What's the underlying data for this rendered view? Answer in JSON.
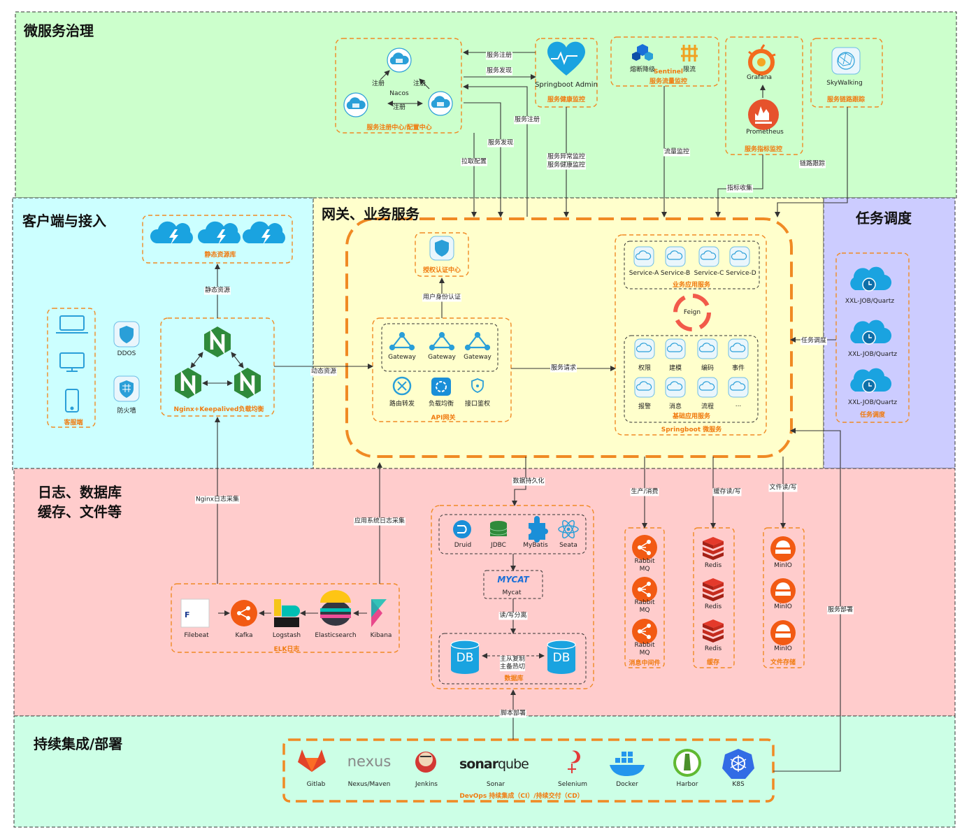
{
  "sections": {
    "governance": "微服务治理",
    "client": "客户端与接入",
    "gateway": "网关、业务服务",
    "schedule": "任务调度",
    "storage_l1": "日志、数据库",
    "storage_l2": "缓存、文件等",
    "cicd": "持续集成/部署"
  },
  "nacos": {
    "name": "Nacos",
    "edge_register_1": "注册",
    "edge_register_2": "注册",
    "edge_register_3": "注册",
    "caption": "服务注册中心/配置中心"
  },
  "admin": {
    "name": "Springboot Admin",
    "caption": "服务健康监控"
  },
  "sentinel": {
    "degrade": "熔断降级",
    "limit": "限流",
    "name": "Sentinel",
    "caption": "服务流量监控"
  },
  "metrics": {
    "grafana": "Grafana",
    "prometheus": "Prometheus",
    "caption": "服务指标监控"
  },
  "skywalking": {
    "name": "SkyWalking",
    "caption": "服务链路跟踪"
  },
  "gov_edges": {
    "svc_register_a": "服务注册",
    "svc_discover_a": "服务发现",
    "svc_register_b": "服务注册",
    "svc_discover_b": "服务发现",
    "pull_config": "拉取配置",
    "abnormal_1": "服务异常监控",
    "abnormal_2": "服务健康监控",
    "traffic": "流量监控",
    "metrics_collect": "指标收集",
    "trace": "链路跟踪"
  },
  "client": {
    "caption": "客服端",
    "ddos": "DDOS",
    "firewall": "防火墙",
    "static_caption": "静态资源库",
    "static_edge": "静态资源",
    "nginx_caption": "Nginx+Keepalived负载均衡",
    "dynamic_edge": "动态资源"
  },
  "auth": {
    "caption": "授权认证中心",
    "edge": "用户身份认证"
  },
  "gateway": {
    "nodes": [
      "Gateway",
      "Gateway",
      "Gateway"
    ],
    "features": [
      "路由转发",
      "负载均衡",
      "接口鉴权"
    ],
    "caption": "API网关",
    "request_edge": "服务请求"
  },
  "business": {
    "services": [
      "Service-A",
      "Service-B",
      "Service-C",
      "Service-D"
    ],
    "caption": "业务应用服务",
    "feign": "Feign",
    "base_services": [
      "权限",
      "建模",
      "编码",
      "事件",
      "报警",
      "消息",
      "流程",
      "..."
    ],
    "base_caption": "基础应用服务",
    "outer_caption": "Springboot 微服务"
  },
  "schedule": {
    "jobs": [
      "XXL-JOB/Quartz",
      "XXL-JOB/Quartz",
      "XXL-JOB/Quartz"
    ],
    "caption": "任务调度",
    "edge": "任务调度"
  },
  "storage_edges": {
    "persist": "数据持久化",
    "nginx_log": "Nginx日志采集",
    "app_log": "应用系统日志采集",
    "mq": "生产/消费",
    "cache": "缓存读/写",
    "file": "文件读/写",
    "rw_split": "读/写分离",
    "repl_1": "主从复制",
    "repl_2": "主备热切",
    "deploy": "服务部署",
    "script": "脚本部署"
  },
  "elk": {
    "items": [
      "Filebeat",
      "Kafka",
      "Logstash",
      "Elasticsearch",
      "Kibana"
    ],
    "caption": "ELK日志"
  },
  "database": {
    "libs": [
      "Druid",
      "JDBC",
      "MyBatis",
      "Seata"
    ],
    "mycat": "Mycat",
    "mycat_logo": "MYCAT",
    "db_label": "DB",
    "caption": "数据库"
  },
  "mq": {
    "items": [
      "Rabbit\nMQ",
      "Rabbit\nMQ",
      "Rabbit\nMQ"
    ],
    "caption": "消息中间件"
  },
  "cache": {
    "items": [
      "Redis",
      "Redis",
      "Redis"
    ],
    "caption": "缓存"
  },
  "files": {
    "items": [
      "MinIO",
      "MinIO",
      "MinIO"
    ],
    "caption": "文件存储"
  },
  "cicd": {
    "tools": [
      "Gitlab",
      "Nexus/Maven",
      "Jenkins",
      "Sonar",
      "Selenium",
      "Docker",
      "Harbor",
      "K8S"
    ],
    "nexus_logo": "nexus",
    "sonar_logo_a": "sonar",
    "sonar_logo_b": "qube",
    "caption": "DevOps 持续集成（CI）/持续交付（CD）"
  },
  "colors": {
    "governance_bg": "#ccffcc",
    "client_bg": "#ccffff",
    "gateway_bg": "#ffffcc",
    "schedule_bg": "#ccccff",
    "storage_bg": "#ffcccc",
    "cicd_bg": "#ccffe6",
    "accent": "#f07b10",
    "icon_blue": "#2a9fd8",
    "nginx_green": "#2f8a3b"
  }
}
